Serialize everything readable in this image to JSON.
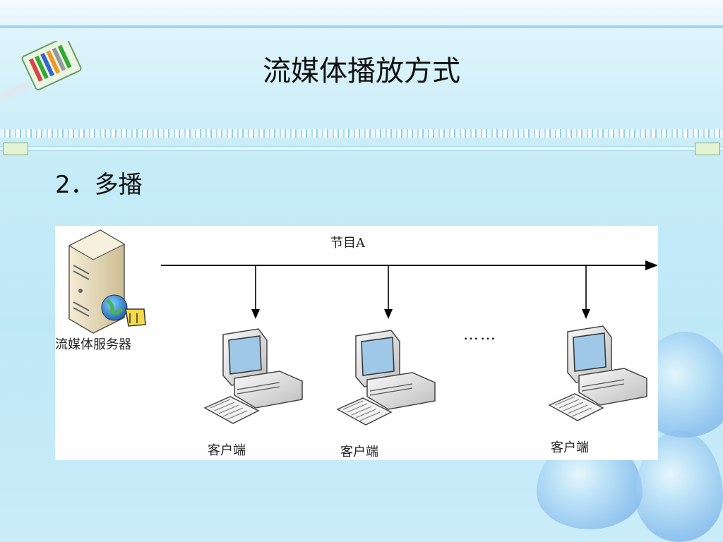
{
  "slide": {
    "title": "流媒体播放方式",
    "heading": "2．多播"
  },
  "diagram": {
    "program_label": "节目A",
    "server_label": "流媒体服务器",
    "clients": [
      "客户端",
      "客户端",
      "客户端"
    ],
    "ellipsis": "……",
    "colors": {
      "line": "#000000",
      "panel": "#ffffff",
      "server_body": "#e8dcc0",
      "monitor_screen": "#9fc7e8"
    }
  }
}
